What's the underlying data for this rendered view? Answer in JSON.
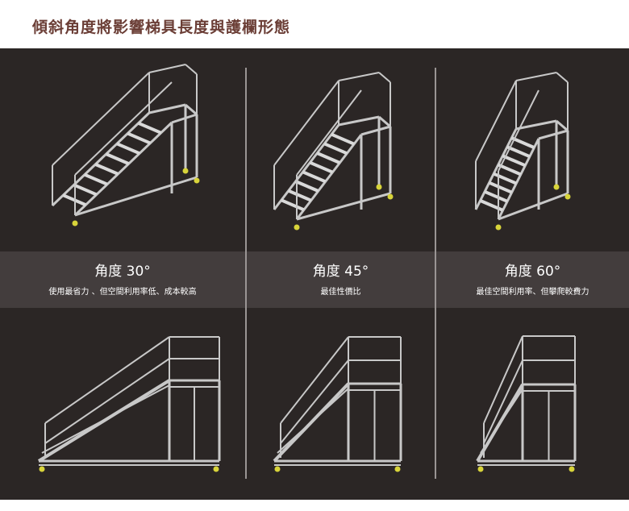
{
  "title": "傾斜角度將影響梯具長度與護欄形態",
  "options": [
    {
      "angle": "角度 30°",
      "desc": "使用最省力 、但空間利用率低、成本較高"
    },
    {
      "angle": "角度 45°",
      "desc": "最佳性價比"
    },
    {
      "angle": "角度 60°",
      "desc": "最佳空間利用率、但攀爬較費力"
    }
  ],
  "colors": {
    "panel": "#2b2625",
    "band": "#433d3d",
    "title": "#6b3e36",
    "frame": "#c8c8c8",
    "wheel": "#d8d43a"
  }
}
